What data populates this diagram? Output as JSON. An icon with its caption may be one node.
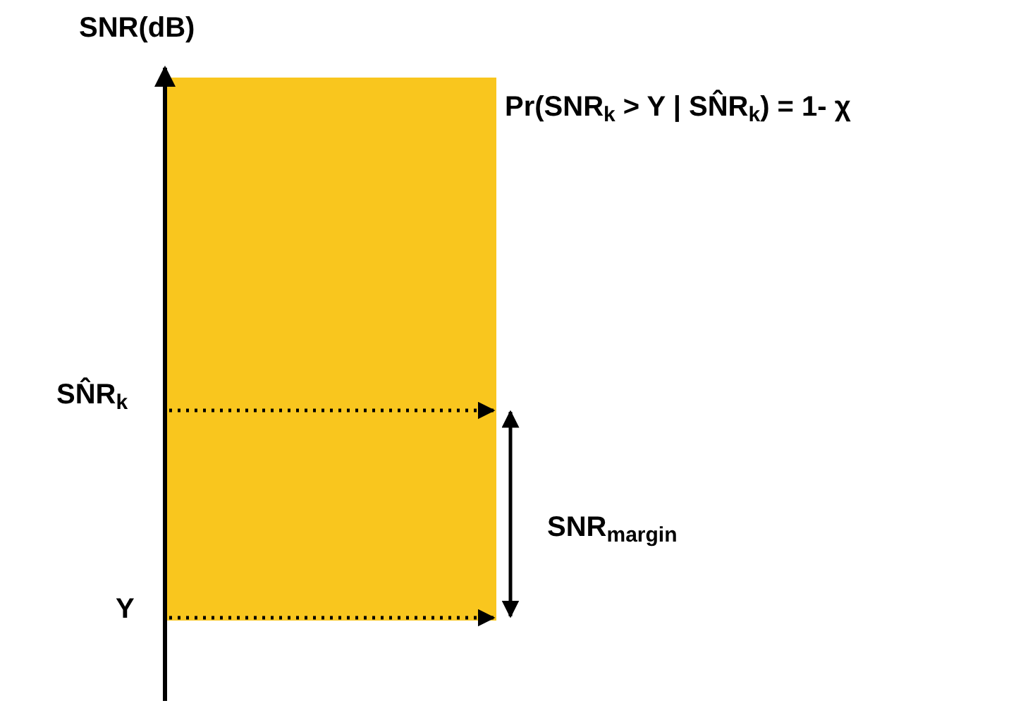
{
  "diagram": {
    "labels": [
      "SNR(dB)",
      "Pr(SNR$_{k}$ > Y | SN̂R$_{k}$) = 1- χ",
      "SN̂R$_{k}$",
      "SNR$_{margin}$",
      "Y"
    ]
  }
}
